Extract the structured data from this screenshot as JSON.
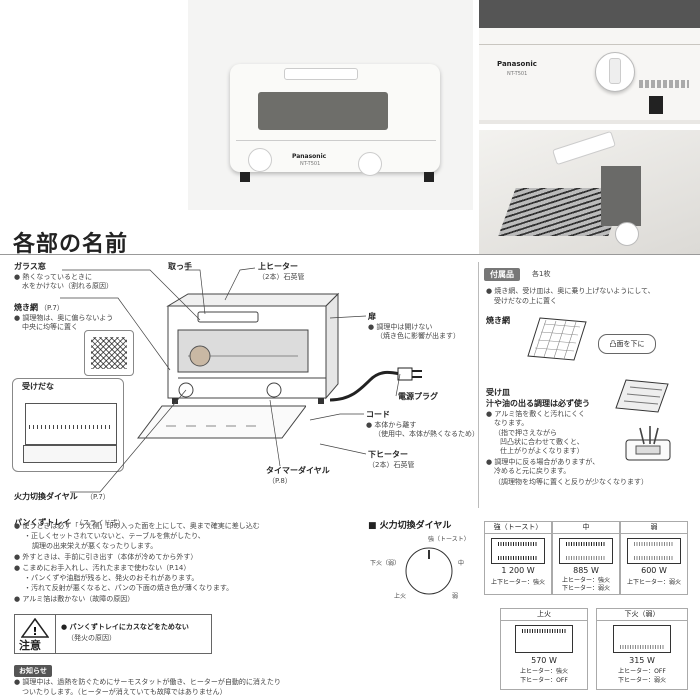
{
  "product_photos": {
    "brand": "Panasonic",
    "model": "NT-T501"
  },
  "section_title": "各部の名前",
  "parts": {
    "glass_window": {
      "label": "ガラス窓",
      "note_1": "● 熱くなっているときに",
      "note_2": "水をかけない（割れる原因）"
    },
    "grill_net": {
      "label": "焼き網",
      "ref": "（P.7）",
      "note_1": "● 調理物は、奥に偏らないよう",
      "note_2": "中央に均等に置く"
    },
    "receiving_shelf": {
      "label": "受けだな"
    },
    "handle": {
      "label": "取っ手"
    },
    "upper_heater": {
      "label": "上ヒーター",
      "sub": "（2本）石英管"
    },
    "door": {
      "label": "扉",
      "note_1": "● 調理中は開けない",
      "note_2": "（焼き色に影響が出ます）"
    },
    "power_plug": {
      "label": "電源プラグ"
    },
    "cord": {
      "label": "コード",
      "note_1": "● 本体から離す",
      "note_2": "（使用中、本体が熱くなるため）"
    },
    "lower_heater": {
      "label": "下ヒーター",
      "sub": "（2本）石英管"
    },
    "timer_dial": {
      "label": "タイマーダイヤル",
      "ref": "（P.8）"
    },
    "power_switch_dial": {
      "label": "火力切換ダイヤル",
      "ref": "（P.7）"
    }
  },
  "crumb_tray": {
    "title": "パンくずトレイ",
    "title_sub": "（スライド式）",
    "lines": [
      "● 使うときは必ず「うえ側」印の入った面を上にして、奥まで確実に差し込む",
      "・正しくセットされていないと、テーブルを焦がしたり、",
      "調理の出来栄えが悪くなったりします。",
      "● 外すときは、手前に引き出す（本体が冷めてから外す）",
      "● こまめにお手入れし、汚れたままで使わない（P.14）",
      "・パンくずや油脂が残ると、発火のおそれがあります。",
      "・汚れて反射が悪くなると、パンの下面の焼き色が薄くなります。",
      "● アルミ箔は敷かない（故障の原因）"
    ]
  },
  "caution": {
    "icon_label": "注意",
    "title": "● パンくずトレイにカスなどをためない",
    "sub": "（発火の原因）"
  },
  "notice": {
    "label": "お知らせ",
    "line_1": "● 調理中は、過熱を防ぐためにサーモスタットが働き、ヒーターが自動的に消えたり",
    "line_2": "ついたりします。（ヒーターが消えていても故障ではありません）"
  },
  "accessories": {
    "title": "付属品",
    "count": "各1枚",
    "intro_1": "● 焼き網、受け皿は、奥に乗り上げないようにして、",
    "intro_2": "受けだなの上に置く",
    "grill_net": {
      "label": "焼き網",
      "callout": "凸面を下に"
    },
    "tray": {
      "label": "受け皿",
      "headline": "汁や油の出る調理は必ず使う",
      "lines": [
        "● アルミ箔を敷くと汚れにくく",
        "なります。",
        "（指で押さえながら",
        "凹凸状に合わせて敷くと、",
        "仕上がりがよくなります）",
        "● 調理中に反る場合がありますが、",
        "冷めると元に戻ります。",
        "（調理物を均等に置くと反りが少なくなります）"
      ]
    }
  },
  "dial_section": {
    "title": "■ 火力切換ダイヤル",
    "labels": {
      "top": "強（トースト）",
      "right": "中",
      "bottom_right": "弱",
      "bottom_left": "上火",
      "left": "下火（弱）"
    }
  },
  "heater_modes": [
    {
      "title": "強（トースト）",
      "watt": "1 200 W",
      "upper": "上下ヒーター：強火",
      "lower": ""
    },
    {
      "title": "中",
      "watt": "885 W",
      "upper": "上ヒーター：強火",
      "lower": "下ヒーター：弱火"
    },
    {
      "title": "弱",
      "watt": "600 W",
      "upper": "上下ヒーター：弱火",
      "lower": ""
    },
    {
      "title": "上火",
      "watt": "570 W",
      "upper": "上ヒーター：強火",
      "lower": "下ヒーター：OFF"
    },
    {
      "title": "下火（弱）",
      "watt": "315 W",
      "upper": "上ヒーター：OFF",
      "lower": "下ヒーター：弱火"
    }
  ]
}
